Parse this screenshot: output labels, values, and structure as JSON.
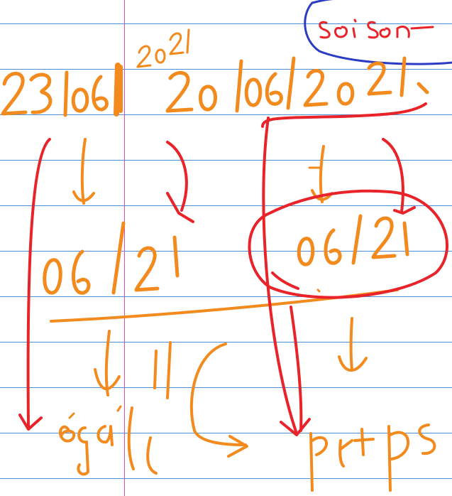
{
  "handwriting": {
    "date_one": "23/06/2021",
    "date_two": "20/06/2021",
    "extracted_left": "06/21",
    "extracted_right": "06/21",
    "circled_note": "soi son",
    "result_left": "égal",
    "result_right": "ptps"
  },
  "colors": {
    "paper": "#ffffff",
    "ruled_line": "#4f8fd1",
    "margin_line": "#e04fb0",
    "ink_orange": "#f28a1e",
    "ink_red": "#e8232a",
    "ink_blue": "#2b3bc4"
  }
}
